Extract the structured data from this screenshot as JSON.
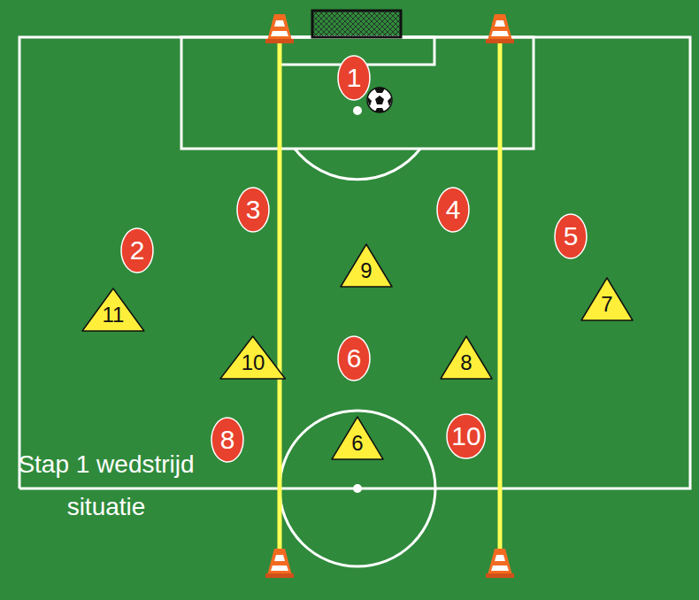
{
  "diagram": {
    "nodes": [
      {
        "text": [
          "1"
        ]
      },
      {
        "text": [
          "2"
        ]
      },
      {
        "text": [
          "3"
        ]
      },
      {
        "text": [
          "4"
        ]
      },
      {
        "text": [
          "5"
        ]
      },
      {
        "text": [
          "11"
        ]
      },
      {
        "text": [
          "9"
        ]
      },
      {
        "text": [
          "7"
        ]
      },
      {
        "text": [
          "10"
        ]
      },
      {
        "text": [
          "6"
        ]
      },
      {
        "text": [
          "8"
        ]
      },
      {
        "text": [
          "8"
        ]
      },
      {
        "text": [
          "6"
        ]
      },
      {
        "text": [
          "10"
        ]
      }
    ],
    "labels": [
      "Stap 1 wedstrijd situatie"
    ]
  }
}
